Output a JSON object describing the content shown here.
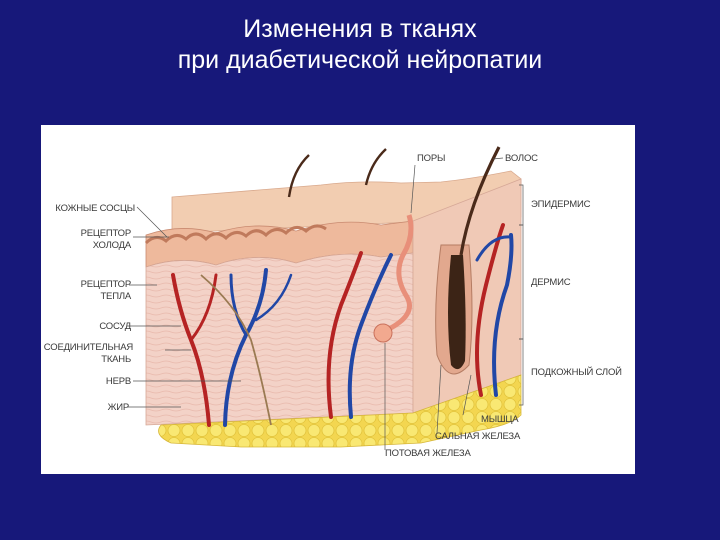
{
  "title": {
    "line1": "Изменения в тканях",
    "line2": "при диабетической нейропатии"
  },
  "diagram": {
    "left_labels": {
      "skin_papillae": "КОЖНЫЕ СОСЦЫ",
      "cold_receptor_1": "РЕЦЕПТОР",
      "cold_receptor_2": "ХОЛОДА",
      "heat_receptor_1": "РЕЦЕПТОР",
      "heat_receptor_2": "ТЕПЛА",
      "vessel": "СОСУД",
      "connective_1": "СОЕДИНИТЕЛЬНАЯ",
      "connective_2": "ТКАНЬ",
      "nerve": "НЕРВ",
      "fat": "ЖИР"
    },
    "top_labels": {
      "pores": "ПОРЫ",
      "hair": "ВОЛОС"
    },
    "right_labels": {
      "epidermis": "ЭПИДЕРМИС",
      "dermis": "ДЕРМИС",
      "subcutaneous": "ПОДКОЖНЫЙ СЛОЙ"
    },
    "bottom_labels": {
      "muscle": "МЫШЦА",
      "sebaceous_gland": "САЛЬНАЯ ЖЕЛЕЗА",
      "sweat_gland": "ПОТОВАЯ ЖЕЛЕЗА"
    },
    "colors": {
      "epidermis": "#f1c6a7",
      "dermis": "#f3d4c9",
      "fat": "#f6e05a",
      "artery": "#b52323",
      "vein": "#2147a6",
      "nerve": "#9a7a52",
      "hair": "#4a2a1a"
    }
  }
}
